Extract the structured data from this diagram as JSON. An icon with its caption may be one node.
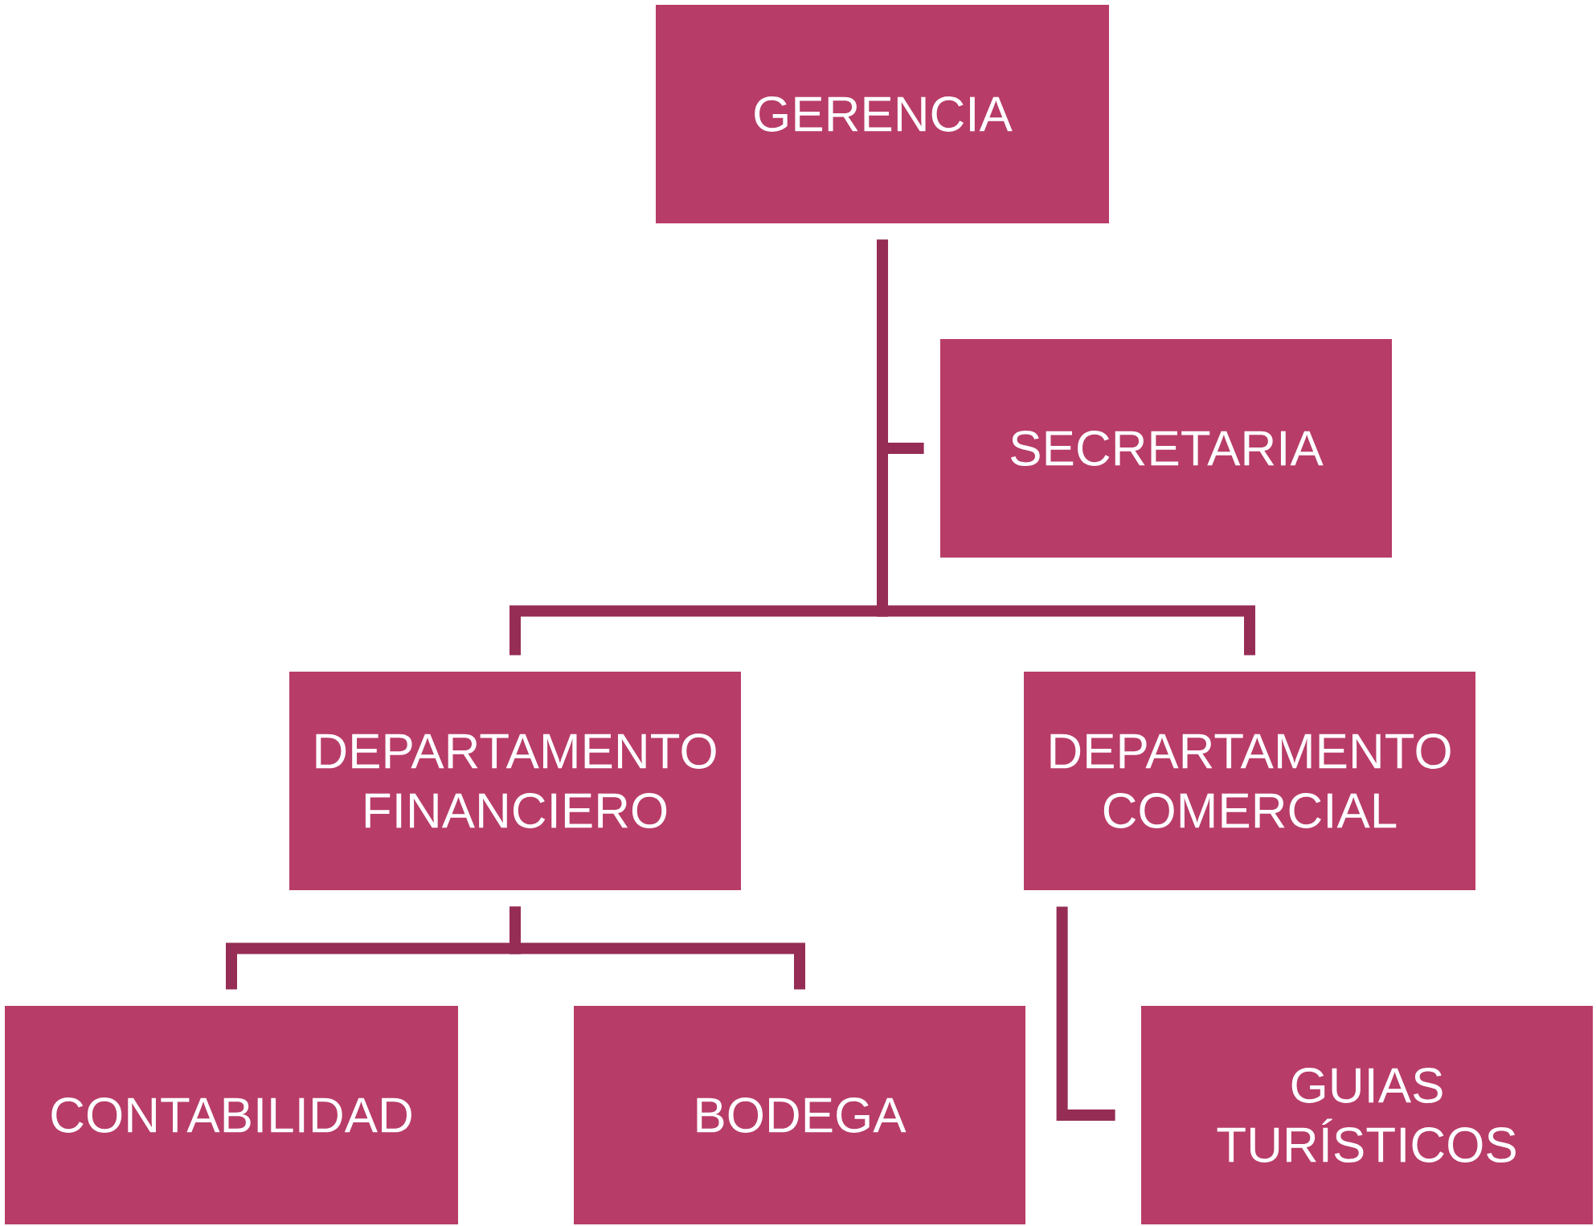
{
  "diagram": {
    "nodes": [
      {
        "text": [
          "GERENCIA"
        ]
      },
      {
        "text": [
          "SECRETARIA"
        ]
      },
      {
        "text": [
          "DEPARTAMENTO FINANCIERO"
        ]
      },
      {
        "text": [
          "DEPARTAMENTO COMERCIAL"
        ]
      },
      {
        "text": [
          "CONTABILIDAD"
        ]
      },
      {
        "text": [
          "BODEGA"
        ]
      },
      {
        "text": [
          "GUIAS TURÍSTICOS"
        ]
      }
    ],
    "edges": [
      {
        "from": 0,
        "to": 1,
        "arrow": "none"
      },
      {
        "from": 0,
        "to": 2,
        "arrow": "none"
      },
      {
        "from": 0,
        "to": 3,
        "arrow": "none"
      },
      {
        "from": 2,
        "to": 4,
        "arrow": "none"
      },
      {
        "from": 2,
        "to": 5,
        "arrow": "none"
      },
      {
        "from": 3,
        "to": 6,
        "arrow": "none"
      }
    ]
  }
}
